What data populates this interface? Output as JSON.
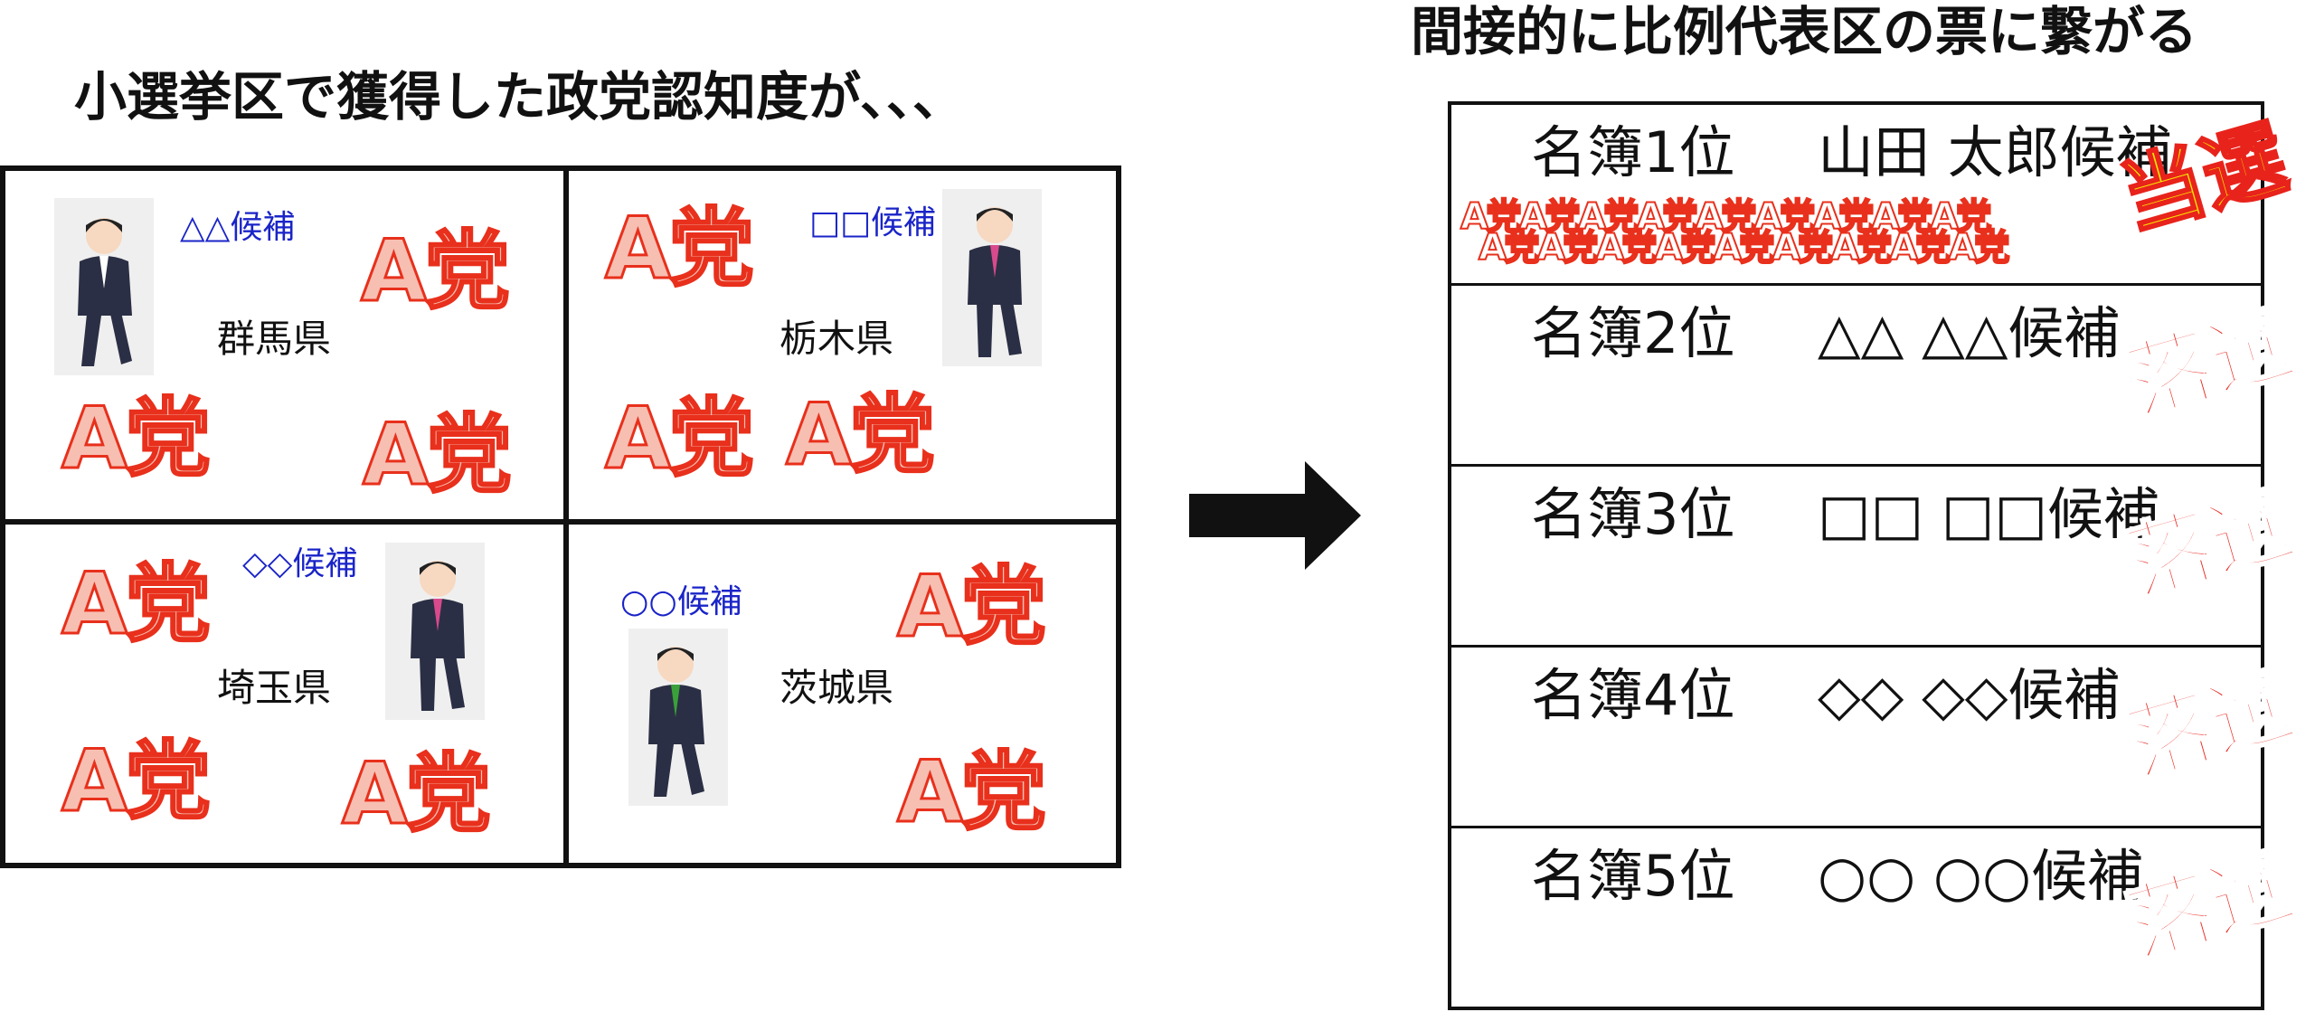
{
  "left_title": "小選挙区で獲得した政党認知度が、、、",
  "right_title": "間接的に比例代表区の票に繋がる",
  "party_label": "A党",
  "cells": [
    {
      "candidate": "△△候補",
      "prefecture": "群馬県"
    },
    {
      "candidate": "□□候補",
      "prefecture": "栃木県"
    },
    {
      "candidate": "◇◇候補",
      "prefecture": "埼玉県"
    },
    {
      "candidate": "○○候補",
      "prefecture": "茨城県"
    }
  ],
  "list": [
    {
      "rank": "名簿1位",
      "name": "山田 太郎候補",
      "result": "当選"
    },
    {
      "rank": "名簿2位",
      "name": "△△ △△候補",
      "result": "落選"
    },
    {
      "rank": "名簿3位",
      "name": "□□ □□候補",
      "result": "落選"
    },
    {
      "rank": "名簿4位",
      "name": "◇◇ ◇◇候補",
      "result": "落選"
    },
    {
      "rank": "名簿5位",
      "name": "○○ ○○候補",
      "result": "落選"
    }
  ],
  "colors": {
    "party_fill": "#f7bfb2",
    "party_stroke": "#e8301c",
    "candidate": "#1a24c8",
    "lose": "#e8231b",
    "win": "#f7e800"
  },
  "icons": {
    "person": "businessman-running-icon",
    "arrow": "right-arrow-icon"
  }
}
